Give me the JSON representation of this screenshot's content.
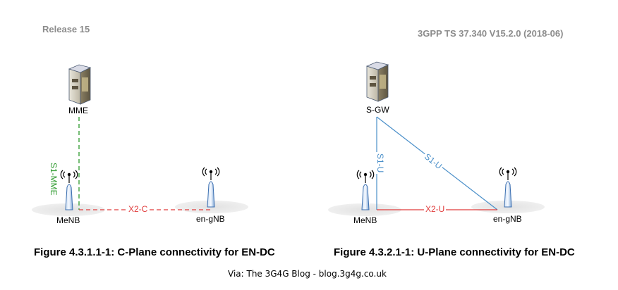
{
  "header": {
    "release": "Release 15",
    "spec": "3GPP TS 37.340 V15.2.0 (2018-06)"
  },
  "left_figure": {
    "core_node": "MME",
    "enb": "MeNB",
    "gnb": "en-gNB",
    "link_core": "S1-MME",
    "link_x2": "X2-C",
    "caption": "Figure 4.3.1.1-1: C-Plane connectivity for EN-DC"
  },
  "right_figure": {
    "core_node": "S-GW",
    "enb": "MeNB",
    "gnb": "en-gNB",
    "link_core_enb": "S1-U",
    "link_core_gnb": "S1-U",
    "link_x2": "X2-U",
    "caption": "Figure 4.3.2.1-1: U-Plane connectivity for EN-DC"
  },
  "footer": {
    "via": "Via: The 3G4G Blog - blog.3g4g.co.uk"
  },
  "colors": {
    "control_plane": "#2e9a2e",
    "x2": "#e03c3c",
    "user_plane": "#4a8fc9",
    "header_gray": "#8c8c8c"
  },
  "icons": [
    "server-icon",
    "antenna-icon"
  ]
}
